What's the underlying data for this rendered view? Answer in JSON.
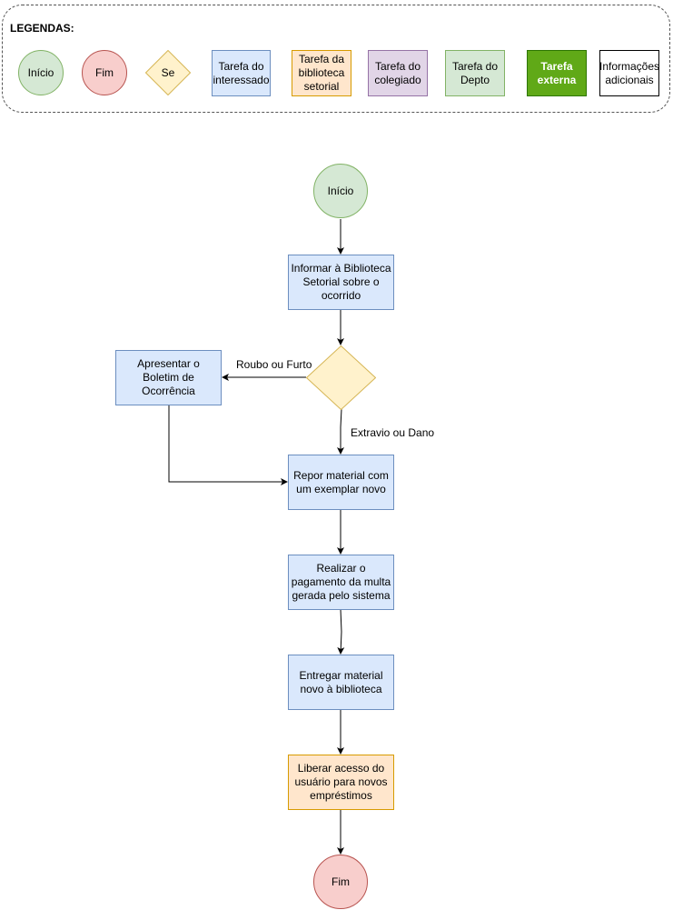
{
  "legend": {
    "title": "LEGENDAS:",
    "start": "Início",
    "end": "Fim",
    "decision": "Se",
    "task_interessado": "Tarefa do interessado",
    "task_biblioteca": "Tarefa da biblioteca setorial",
    "task_colegiado": "Tarefa do colegiado",
    "task_depto": "Tarefa do Depto",
    "task_externa": "Tarefa externa",
    "info": "Informações adicionais"
  },
  "flow": {
    "start": "Início",
    "inform": "Informar à Biblioteca Setorial sobre o ocorrido",
    "boletim": "Apresentar o Boletim de Ocorrência",
    "repor": "Repor material com um exemplar novo",
    "pagamento": "Realizar o pagamento da multa gerada pelo sistema",
    "entregar": "Entregar material novo à biblioteca",
    "liberar": "Liberar acesso do usuário para novos empréstimos",
    "end": "Fim",
    "decision_label": "",
    "edge_roubo": "Roubo ou Furto",
    "edge_extravio": "Extravio ou Dano"
  },
  "colors": {
    "start_fill": "#d5e8d4",
    "end_fill": "#f8cecc",
    "decision_fill": "#fff2cc",
    "interessado_fill": "#dae8fc",
    "biblioteca_fill": "#ffe6cc",
    "colegiado_fill": "#e1d5e7",
    "depto_fill": "#d5e8d4",
    "externa_fill": "#60a917"
  }
}
